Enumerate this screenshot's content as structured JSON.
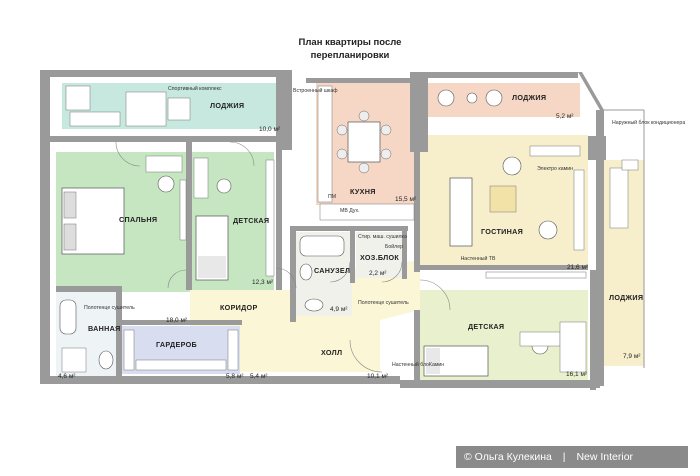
{
  "title": {
    "line1": "План квартиры после",
    "line2": "перепланировки"
  },
  "rooms": {
    "loggia_top_left": {
      "label": "ЛОДЖИЯ",
      "area": "10,0 м²"
    },
    "loggia_top_right": {
      "label": "ЛОДЖИЯ",
      "area": "5,2 м²"
    },
    "loggia_right": {
      "label": "ЛОДЖИЯ",
      "area": "7,9 м²"
    },
    "kitchen": {
      "label": "КУХНЯ",
      "area": "15,5 м²"
    },
    "living": {
      "label": "ГОСТИНАЯ",
      "area": "21,6 м²"
    },
    "bedroom": {
      "label": "СПАЛЬНЯ",
      "area": "18,0 м²"
    },
    "kids1": {
      "label": "ДЕТСКАЯ",
      "area": "12,3 м²"
    },
    "kids2": {
      "label": "ДЕТСКАЯ",
      "area": "16,1 м²"
    },
    "bathroom": {
      "label": "ВАННАЯ",
      "area": "4,6 м²"
    },
    "wardrobe": {
      "label": "ГАРДЕРОБ",
      "area": "5,8 м²"
    },
    "corridor": {
      "label": "КОРИДОР",
      "area": "5,4 м²"
    },
    "hall": {
      "label": "ХОЛЛ",
      "area": "10,1 м²"
    },
    "wc": {
      "label": "САНУЗЕЛ",
      "area": "4,9 м²"
    },
    "utility": {
      "label": "ХОЗ.БЛОК",
      "area": "2,2 м²"
    }
  },
  "notes": {
    "sport": "Спортивный комплекс",
    "electric_fireplace": "Электро камин",
    "ac_unit": "Наружный блок кондиционера",
    "towel_dryer_1": "Полотенце сушитель",
    "towel_dryer_2": "Полотенце сушитель",
    "washer": "Стир. маш. сушилка",
    "boiler": "Бойлер",
    "dish": "ПМ",
    "mw": "МВ Дух.",
    "tv_wall": "Настенный ТВ",
    "tv_kids": "Настенный блоКамин",
    "built_in": "Встроенный шкаф"
  },
  "credit": {
    "author": "© Ольга Кулекина",
    "separator": "|",
    "brand": "New Interior"
  },
  "colors": {
    "green": "#c6e6c2",
    "teal": "#c6e8de",
    "salmon": "#f6d6c4",
    "living": "#f7eecb",
    "hall": "#fbf6d5",
    "kids2": "#e9f0cd",
    "bath": "#eef3f6",
    "wardrobe": "#d8def0",
    "wall": "#9a9a9a"
  }
}
